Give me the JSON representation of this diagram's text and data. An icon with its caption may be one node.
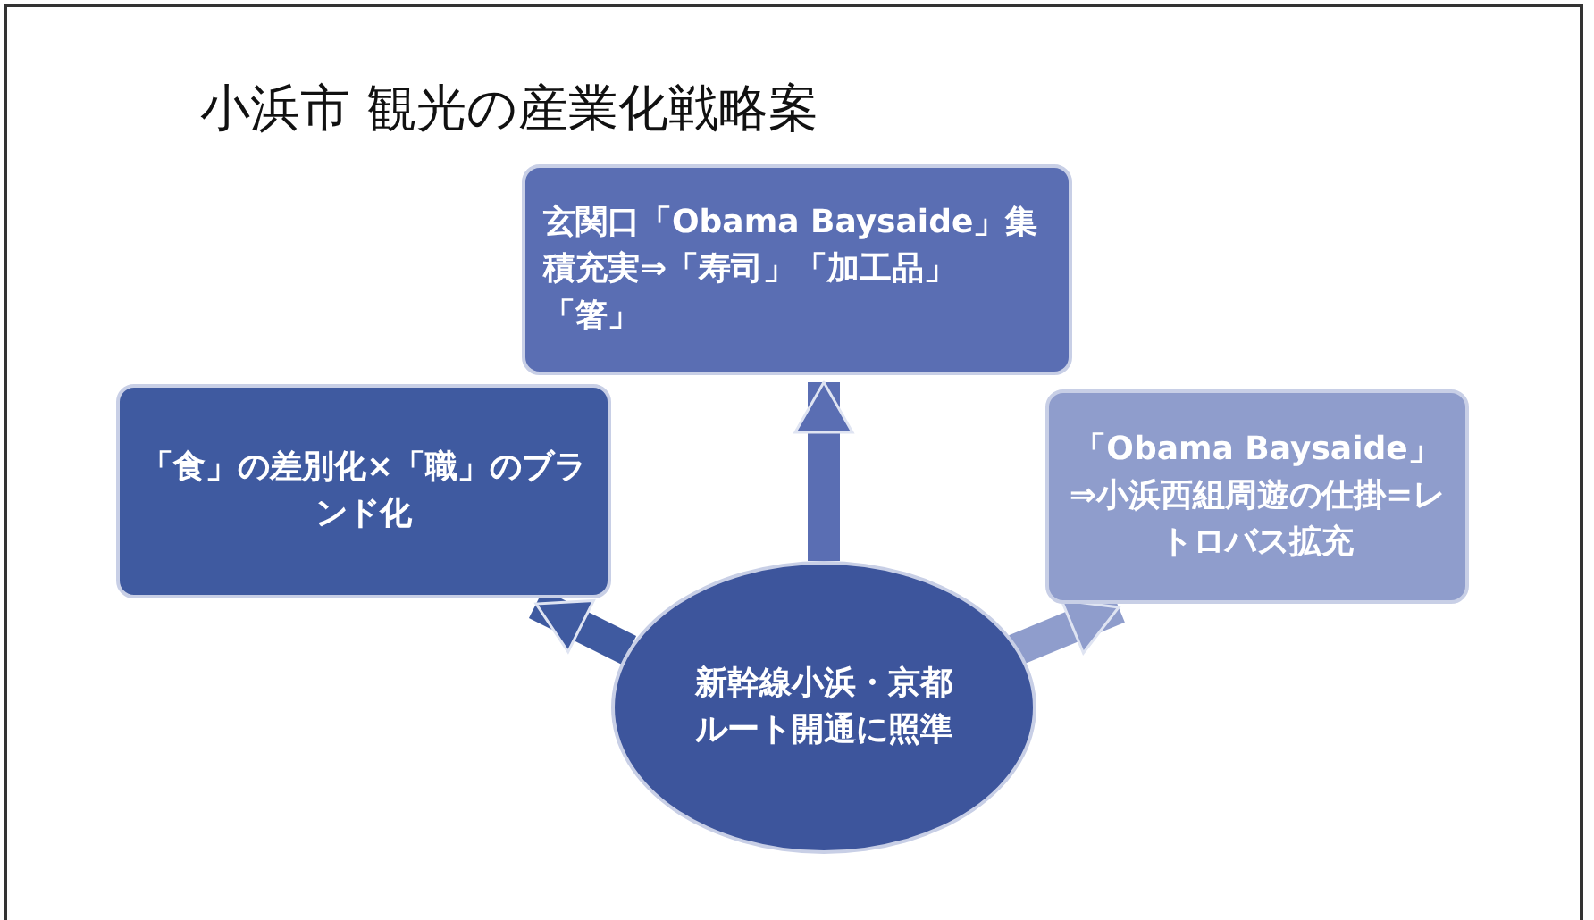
{
  "diagram": {
    "title": "小浜市 観光の産業化戦略案",
    "nodes": [
      {
        "text": [
          "玄関口「Obama Baysaide」集積充実⇒「寿司」「加工品」「箸」"
        ]
      },
      {
        "text": [
          "「食」の差別化×「職」のブランド化"
        ]
      },
      {
        "text": [
          "「Obama Baysaide」⇒小浜西組周遊の仕掛=レトロバス拡充"
        ]
      },
      {
        "text": [
          "新幹線小浜・京都ルート開通に照準"
        ]
      }
    ],
    "edges": [
      {
        "from": 3,
        "to": 0,
        "arrow": "to",
        "color": "#5a6eb3"
      },
      {
        "from": 3,
        "to": 1,
        "arrow": "to",
        "color": "#3f5aa0"
      },
      {
        "from": 3,
        "to": 2,
        "arrow": "to",
        "color": "#8f9dcc"
      }
    ]
  }
}
